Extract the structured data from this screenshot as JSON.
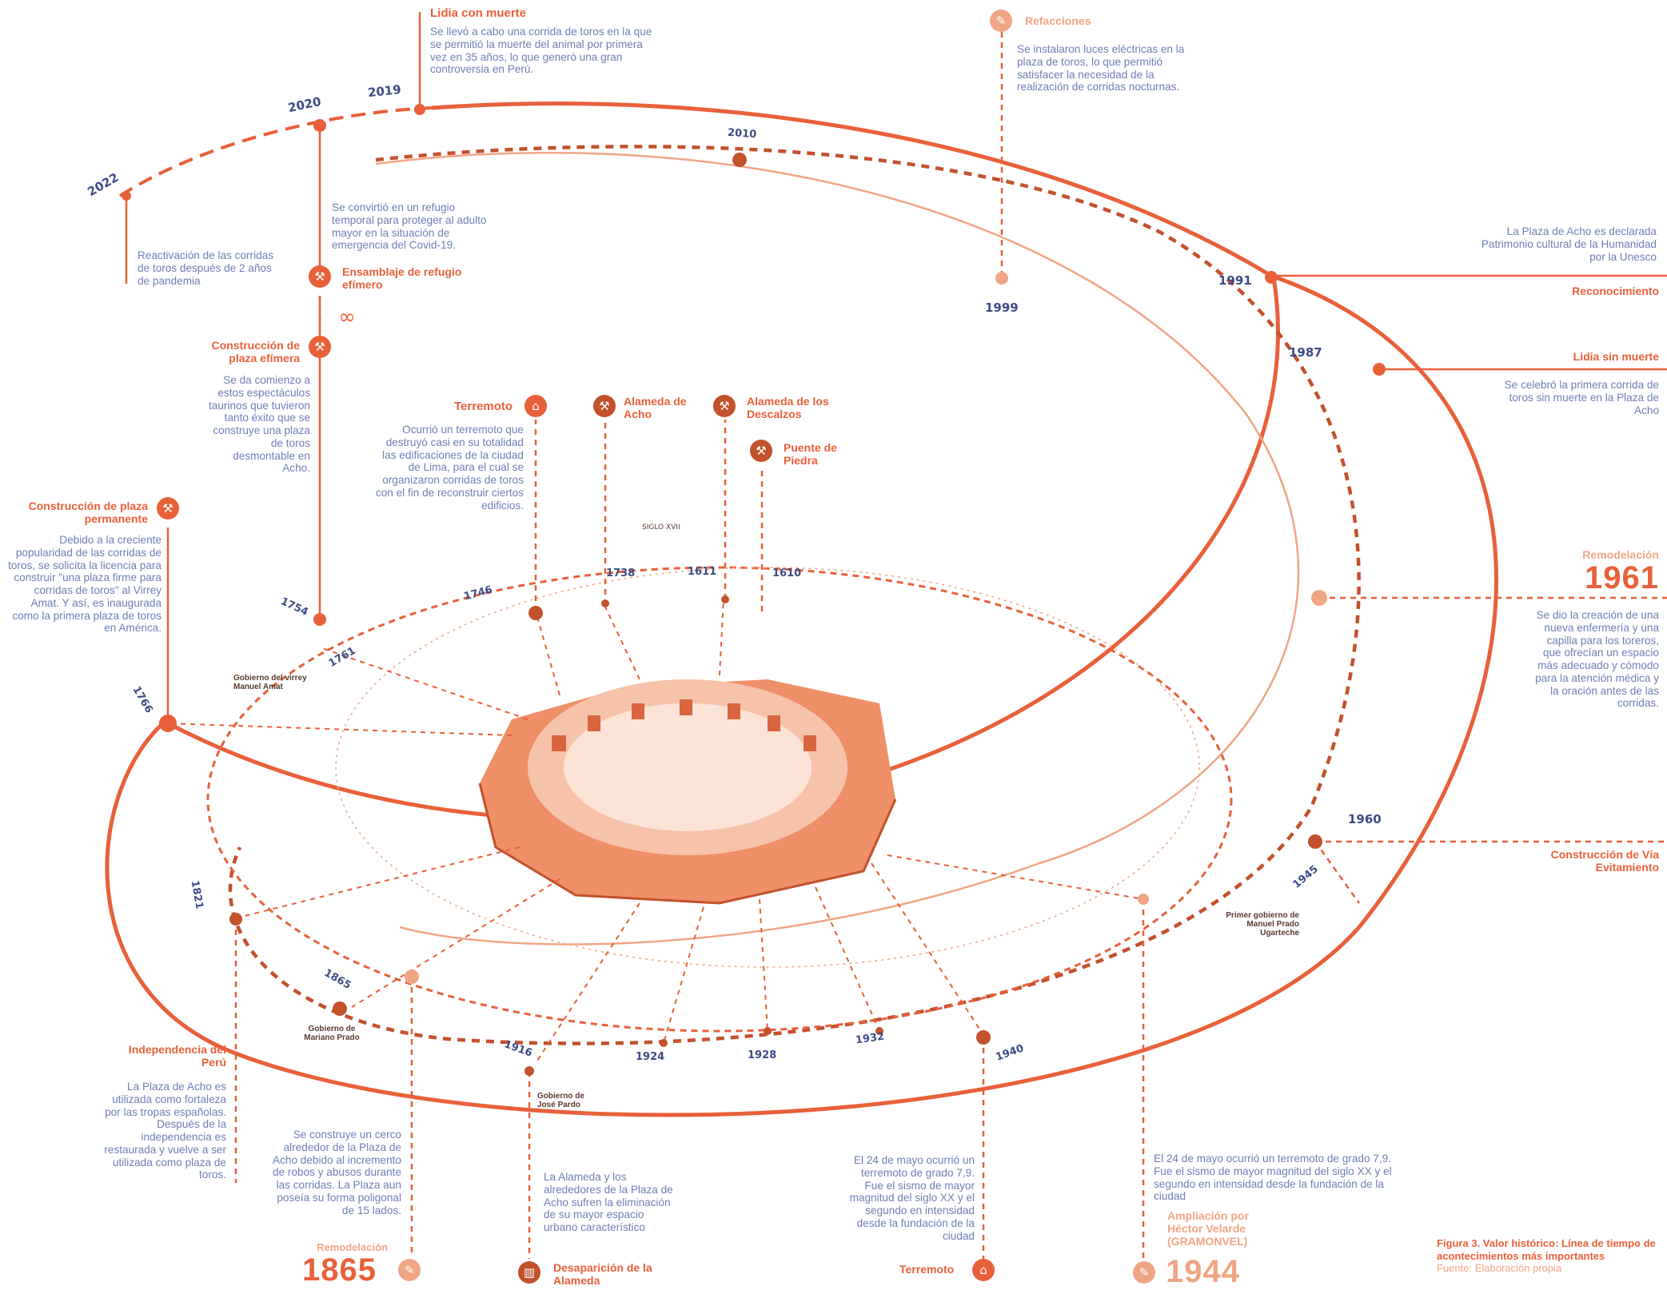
{
  "top_left": {
    "lidia_con_muerte_title": "Lidia con muerte",
    "lidia_con_muerte_body": "Se llevó a cabo una corrida de toros en la que se permitió la muerte del animal por primera vez en 35 años, lo que generó una gran controversia en Perú.",
    "refugio_body": "Se convirtió en un refugio temporal para proteger al adulto mayor en la situación de emergencia del Covid-19.",
    "refugio_title": "Ensamblaje de refugio efímero",
    "reactivacion_body": "Reactivación de las corridas de toros después de 2 años de pandemia",
    "plaza_efimera_title": "Construcción de plaza efímera",
    "plaza_efimera_body": "Se da comienzo a estos espectáculos taurinos que tuvieron tanto éxito que se construye una plaza de toros desmontable en Acho.",
    "plaza_permanente_title": "Construcción de plaza permanente",
    "plaza_permanente_body": "Debido a la creciente popularidad de las corridas de toros, se solicita la licencia para construir \"una plaza firme para corridas de toros\" al Virrey Amat. Y así, es inaugurada como la primera plaza de toros en América."
  },
  "top_center": {
    "terremoto_title": "Terremoto",
    "terremoto_body": "Ocurrió un terremoto que destruyó casi en su totalidad las edificaciones de la ciudad de Lima, para el cual se organizaron corridas de toros con el fin de reconstruir ciertos edificios.",
    "alameda_acho": "Alameda de Acho",
    "alameda_descalzos": "Alameda de los Descalzos",
    "puente_piedra": "Puente de Piedra",
    "siglo": "SIGLO XVII",
    "refacciones_title": "Refacciones",
    "refacciones_body": "Se instalaron luces eléctricas en la plaza de toros, lo que permitió satisfacer la necesidad de la realización de corridas nocturnas."
  },
  "right": {
    "patrimonio_body": "La Plaza de Acho es declarada Patrimonio cultural de la Humanidad por la Unesco",
    "reconocimiento_title": "Reconocimiento",
    "lidia_sin_muerte_title": "Lidia sin muerte",
    "lidia_sin_muerte_body": "Se celebró la primera corrida de toros sin muerte en la Plaza de Acho",
    "remodelacion_label": "Remodelación",
    "remodelacion_year": "1961",
    "remodelacion_body": "Se dio la creación de una nueva enfermería y una capilla para los toreros, que ofrecían un espacio más adecuado y cómodo para la atención médica y la oración antes de las corridas.",
    "via_title": "Construcción de Vía Evitamiento"
  },
  "bottom": {
    "independencia_title": "Independencia del Perú",
    "independencia_body": "La Plaza de Acho es utilizada como fortaleza por las tropas españolas. Después de la independencia es restaurada y vuelve a ser utilizada como plaza de toros.",
    "cerco_body": "Se construye un cerco alrededor de la Plaza de Acho debido al incremento de robos y abusos durante las corridas. La Plaza aun poseía su forma poligonal de 15 lados.",
    "remod_1865_label": "Remodelación",
    "remod_1865_year": "1865",
    "alameda_body": "La Alameda y los alrededores de la Plaza de Acho sufren la eliminación de su mayor espacio urbano característico",
    "desaparicion_title": "Desaparición de la Alameda",
    "terremoto_body": "El 24 de mayo ocurrió un terremoto de grado 7,9. Fue el sismo de mayor magnitud del siglo XX y el segundo en intensidad desde la fundación de la ciudad",
    "terremoto_title": "Terremoto",
    "ampliacion_body": "El 24 de mayo ocurrió un terremoto de grado 7,9. Fue el sismo de mayor magnitud del siglo XX y el segundo en intensidad desde la fundación de la ciudad",
    "ampliacion_title": "Ampliación por Héctor Velarde (GRAMONVEL)",
    "ampliacion_year": "1944"
  },
  "governments": {
    "amat": "Gobierno del virrey Manuel Amat",
    "mariano": "Gobierno de Mariano Prado",
    "pardo": "Gobierno de José Pardo",
    "prado": "Primer gobierno de Manuel Prado Ugarteche"
  },
  "years": {
    "y2022": "2022",
    "y2020": "2020",
    "y2019": "2019",
    "y2010": "2010",
    "y1991": "1991",
    "y1999": "1999",
    "y1987": "1987",
    "y1960": "1960",
    "y1945": "1945",
    "y1754": "1754",
    "y1746": "1746",
    "y1738": "1738",
    "y1611": "1611",
    "y1610": "1610",
    "y1761": "1761",
    "y1766": "1766",
    "y1821": "1821",
    "y1865": "1865",
    "y1916": "1916",
    "y1924": "1924",
    "y1928": "1928",
    "y1932": "1932",
    "y1940": "1940"
  },
  "caption": {
    "line1": "Figura 3. Valor histórico: Línea de tiempo de",
    "line2": "acontecimientos más importantes",
    "source": "Fuente: Elaboración propia"
  },
  "icons": {
    "hammer": "hammer-icon",
    "house": "house-icon",
    "wrench": "wrench-icon",
    "chain": "chain-link-icon",
    "trash": "trash-icon"
  },
  "colors": {
    "accent": "#e8603a",
    "dark_accent": "#c2512c",
    "peach": "#f0a585",
    "text_blue": "#6f7fb5",
    "year_navy": "#3d4b86"
  }
}
